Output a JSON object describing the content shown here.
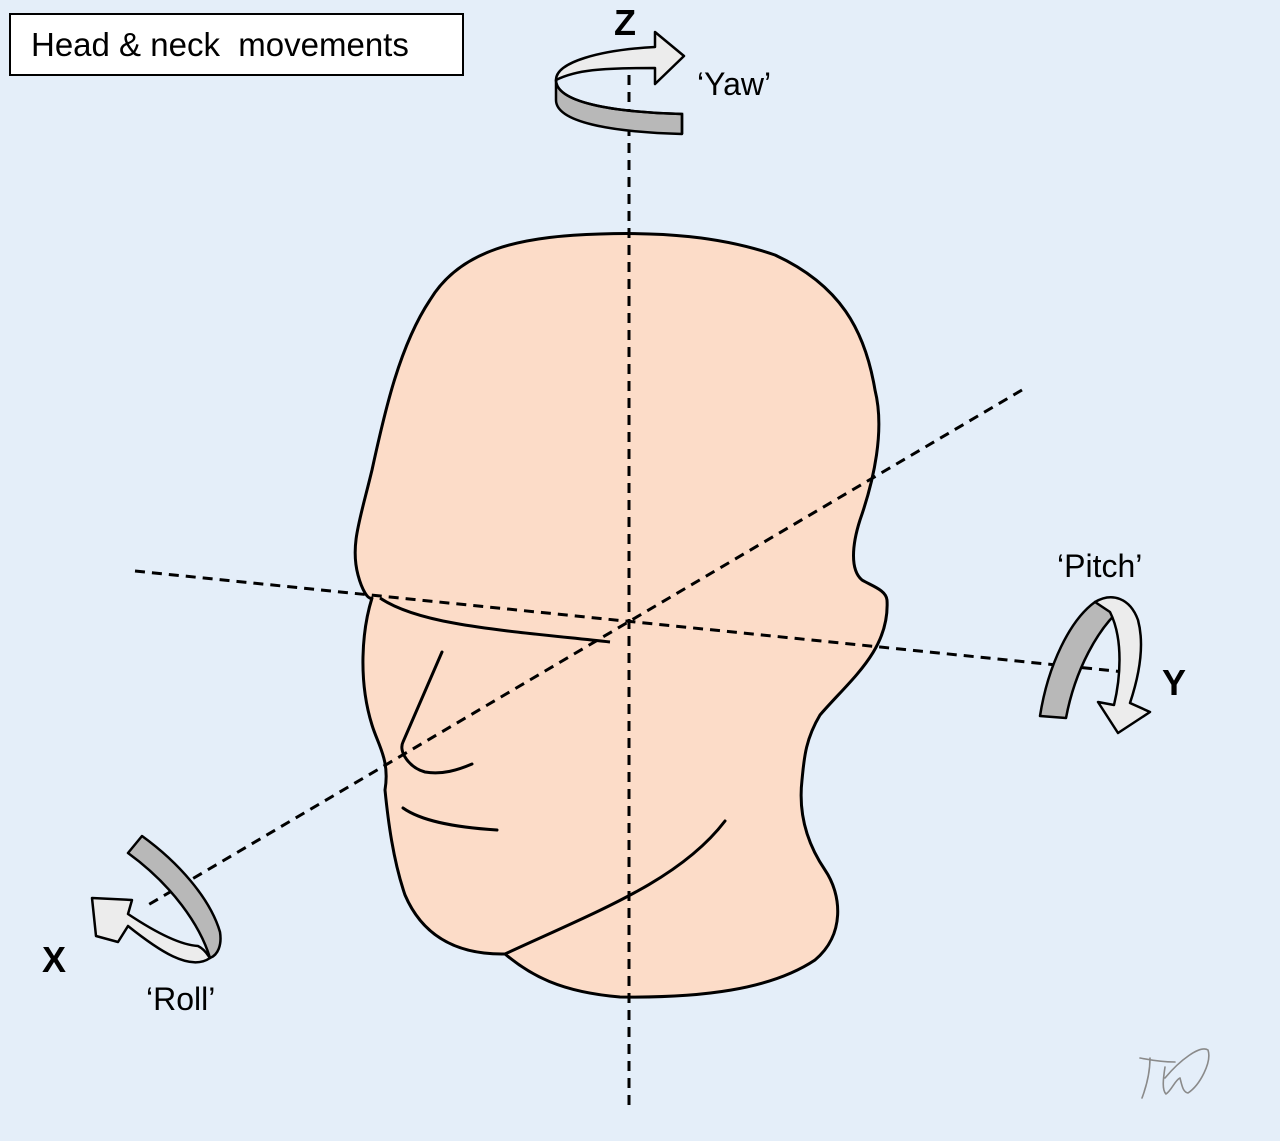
{
  "title": "Head & neck  movements",
  "axes": {
    "z": {
      "label": "Z",
      "movement": "‘Yaw’"
    },
    "y": {
      "label": "Y",
      "movement": "‘Pitch’"
    },
    "x": {
      "label": "X",
      "movement": "‘Roll’"
    }
  },
  "colors": {
    "background": "#e4eef9",
    "skin": "#fcdcc8",
    "arrow_band": "#b8b8b8",
    "arrow_head": "#ececec",
    "outline": "#000000"
  },
  "icons": {
    "yaw": "curved-rotation-arrow-icon",
    "pitch": "curved-rotation-arrow-icon",
    "roll": "curved-rotation-arrow-icon",
    "signature": "artist-signature-icon"
  }
}
